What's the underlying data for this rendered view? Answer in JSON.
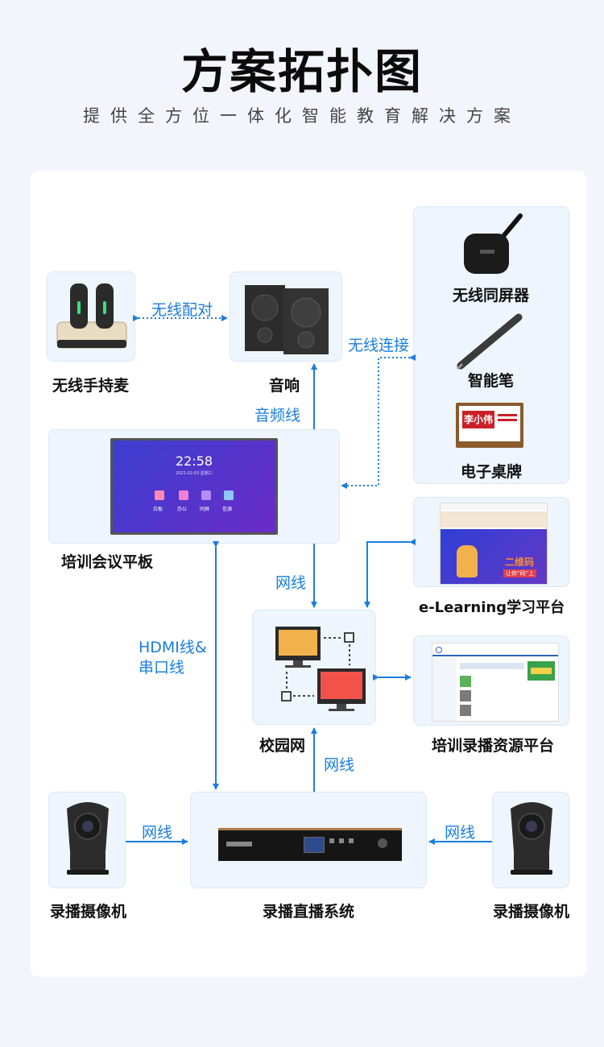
{
  "header": {
    "title": "方案拓扑图",
    "subtitle": "提供全方位一体化智能教育解决方案"
  },
  "colors": {
    "accent": "#1a7de0",
    "node_bg": "#eef5fd",
    "page_bg": "#f2f6fc"
  },
  "nodes": {
    "wireless_mic": "无线手持麦",
    "speaker": "音响",
    "screen_share": "无线同屏器",
    "smart_pen": "智能笔",
    "e_nameplate": "电子桌牌",
    "panel": "培训会议平板",
    "elearning": "e-Learning学习平台",
    "campus_net": "校园网",
    "resource_platform": "培训录播资源平台",
    "camera_left": "录播摄像机",
    "recording_system": "录播直播系统",
    "camera_right": "录播摄像机"
  },
  "edges": {
    "wireless_pair": "无线配对",
    "wireless_connect": "无线连接",
    "audio_line": "音频线",
    "network1": "网线",
    "hdmi_line1": "HDMI线&",
    "hdmi_line2": "串口线",
    "network2": "网线",
    "network3": "网线",
    "network4": "网线"
  },
  "panel_screen": {
    "time": "22:58",
    "date": "2021-02-03 星期三",
    "apps": [
      "白板",
      "办公",
      "同屏",
      "信源"
    ]
  },
  "nameplate": {
    "name": "李小伟"
  },
  "elearning_banner": {
    "text1": "二维码",
    "text2": "让你“码”上"
  }
}
